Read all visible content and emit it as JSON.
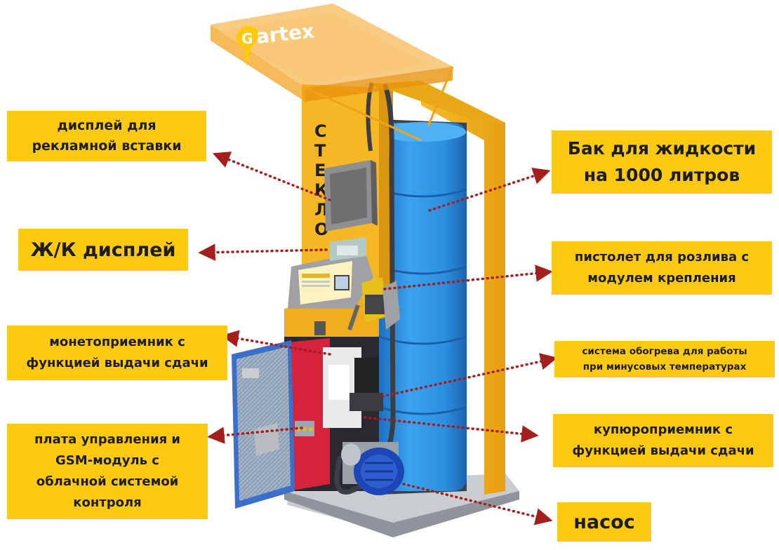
{
  "brand": {
    "logo_text": "artex",
    "logo_initial": "G"
  },
  "glass_label": "СТЕКЛО",
  "labels": {
    "ad_display": "дисплей для\nрекламной вставки",
    "lcd_display": "Ж/К дисплей",
    "coin_acceptor": "монетоприемник с\nфункцией выдачи сдачи",
    "control_board": "плата управления и\nGSM-модуль с\nоблачной системой\nконтроля",
    "tank": "Бак для жидкости\nна 1000 литров",
    "nozzle": "пистолет для розлива с\nмодулем крепления",
    "heating": "система обогрева для работы\nпри минусовых температурах",
    "bill_acceptor": "купюроприемник с\nфункцией выдачи сдачи",
    "pump": "насос"
  },
  "colors": {
    "label_bg": "#fdc911",
    "arrow": "#a41e1e",
    "cabinet": "#f4b21e",
    "tank": "#2f95e6",
    "door_inner": "#d6233c"
  }
}
